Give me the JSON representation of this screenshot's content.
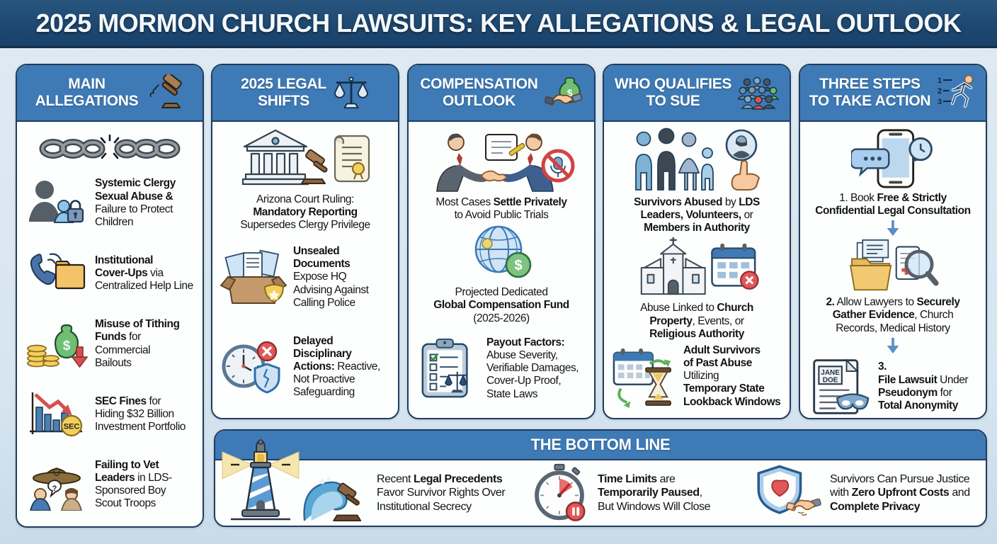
{
  "title": "2025 MORMON CHURCH LAWSUITS: KEY ALLEGATIONS & LEGAL OUTLOOK",
  "colors": {
    "banner_bg": "#1d476f",
    "card_header_blue": "#3e7ab6",
    "card_border": "#1f3d5c",
    "page_background": "#d7e5f0",
    "step_arrow_blue": "#5b8fc7",
    "alert_red": "#d64f4f",
    "money_green": "#6fbf73"
  },
  "icon_labels": {
    "dollar": "$",
    "sec": "SEC",
    "jane": "JANE",
    "doe": "DOE",
    "question_mark": "?",
    "step1": "1",
    "step2": "2",
    "step3": "3"
  },
  "columns": [
    {
      "id": "main-allegations",
      "header": "MAIN\nALLEGATIONS",
      "items": [
        {
          "text": [
            {
              "t": "Systemic Clergy\nSexual Abuse &",
              "b": true
            },
            {
              "t": "\nFailure to Protect\nChildren"
            }
          ]
        },
        {
          "text": [
            {
              "t": "Institutional\nCover-Ups",
              "b": true
            },
            {
              "t": " via\nCentralized Help Line"
            }
          ]
        },
        {
          "text": [
            {
              "t": "Misuse of Tithing\nFunds",
              "b": true
            },
            {
              "t": " for Commercial\nBailouts"
            }
          ]
        },
        {
          "text": [
            {
              "t": "SEC Fines",
              "b": true
            },
            {
              "t": " for\nHiding $32 Billion\nInvestment Portfolio"
            }
          ]
        },
        {
          "text": [
            {
              "t": "Failing to Vet\nLeaders",
              "b": true
            },
            {
              "t": " in LDS-\nSponsored Boy\nScout Troops"
            }
          ]
        }
      ]
    },
    {
      "id": "legal-shifts",
      "header": "2025 LEGAL\nSHIFTS",
      "items": [
        {
          "text": [
            {
              "t": "Arizona Court Ruling:\n"
            },
            {
              "t": "Mandatory Reporting",
              "b": true
            },
            {
              "t": "\nSupersedes Clergy Privilege"
            }
          ]
        },
        {
          "text": [
            {
              "t": "Unsealed\nDocuments",
              "b": true
            },
            {
              "t": "\nExpose HQ\nAdvising Against\nCalling Police"
            }
          ]
        },
        {
          "text": [
            {
              "t": "Delayed\nDisciplinary\nActions:",
              "b": true
            },
            {
              "t": " Reactive,\nNot Proactive\nSafeguarding"
            }
          ]
        }
      ]
    },
    {
      "id": "compensation-outlook",
      "header": "COMPENSATION\nOUTLOOK",
      "items": [
        {
          "text": [
            {
              "t": "Most Cases "
            },
            {
              "t": "Settle Privately",
              "b": true
            },
            {
              "t": "\nto Avoid Public Trials"
            }
          ]
        },
        {
          "text": [
            {
              "t": "Projected Dedicated\n"
            },
            {
              "t": "Global Compensation Fund",
              "b": true
            },
            {
              "t": "\n(2025-2026)"
            }
          ]
        },
        {
          "text": [
            {
              "t": "Payout Factors:",
              "b": true
            },
            {
              "t": "\nAbuse Severity,\nVerifiable Damages,\nCover-Up Proof,\nState Laws"
            }
          ]
        }
      ]
    },
    {
      "id": "who-qualifies",
      "header": "WHO QUALIFIES\nTO SUE",
      "items": [
        {
          "text": [
            {
              "t": "Survivors Abused",
              "b": true
            },
            {
              "t": " by "
            },
            {
              "t": "LDS\nLeaders, Volunteers,",
              "b": true
            },
            {
              "t": " or\n"
            },
            {
              "t": "Members in Authority",
              "b": true
            }
          ]
        },
        {
          "text": [
            {
              "t": "Abuse Linked to "
            },
            {
              "t": "Church\nProperty",
              "b": true
            },
            {
              "t": ", Events, or\n"
            },
            {
              "t": "Religious Authority",
              "b": true
            }
          ]
        },
        {
          "text": [
            {
              "t": "Adult Survivors\nof Past Abuse",
              "b": true
            },
            {
              "t": "\nUtilizing\n"
            },
            {
              "t": "Temporary State\nLookback Windows",
              "b": true
            }
          ]
        }
      ]
    },
    {
      "id": "three-steps",
      "header": "THREE STEPS\nTO TAKE ACTION",
      "items": [
        {
          "text": [
            {
              "t": "1. Book "
            },
            {
              "t": "Free & Strictly\nConfidential Legal Consultation",
              "b": true
            }
          ]
        },
        {
          "text": [
            {
              "t": "2.",
              "b": true
            },
            {
              "t": " Allow Lawyers to "
            },
            {
              "t": "Securely\nGather Evidence",
              "b": true
            },
            {
              "t": ", Church\nRecords, Medical History"
            }
          ]
        },
        {
          "text": [
            {
              "t": "3.",
              "b": true
            },
            {
              "t": "\n"
            },
            {
              "t": "File Lawsuit",
              "b": true
            },
            {
              "t": " Under\n"
            },
            {
              "t": "Pseudonym",
              "b": true
            },
            {
              "t": " for\n"
            },
            {
              "t": "Total Anonymity",
              "b": true
            }
          ]
        }
      ]
    }
  ],
  "bottom_line": {
    "header": "THE BOTTOM LINE",
    "items": [
      {
        "text": [
          {
            "t": "Recent "
          },
          {
            "t": "Legal Precedents",
            "b": true
          },
          {
            "t": "\nFavor Survivor Rights Over\nInstitutional Secrecy"
          }
        ]
      },
      {
        "text": [
          {
            "t": "Time Limits",
            "b": true
          },
          {
            "t": " are\n"
          },
          {
            "t": "Temporarily Paused",
            "b": true
          },
          {
            "t": ",\nBut Windows Will Close"
          }
        ]
      },
      {
        "text": [
          {
            "t": "Survivors Can Pursue Justice\nwith "
          },
          {
            "t": "Zero Upfront Costs",
            "b": true
          },
          {
            "t": " and\n"
          },
          {
            "t": "Complete Privacy",
            "b": true
          }
        ]
      }
    ]
  }
}
